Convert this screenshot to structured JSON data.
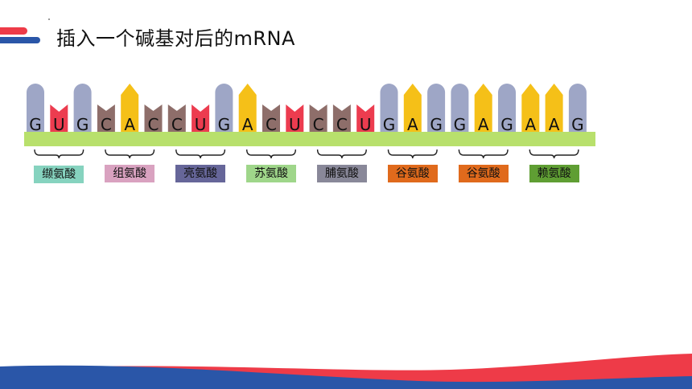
{
  "title": "插入一个碱基对后的mRNA",
  "bases": [
    "G",
    "U",
    "G",
    "C",
    "A",
    "C",
    "C",
    "U",
    "G",
    "A",
    "C",
    "U",
    "C",
    "C",
    "U",
    "G",
    "A",
    "G",
    "G",
    "A",
    "G",
    "A",
    "A",
    "G"
  ],
  "amino_acids": [
    {
      "name": "缬氨酸",
      "color": "#86d3bf"
    },
    {
      "name": "组氨酸",
      "color": "#d9a2c0"
    },
    {
      "name": "亮氨酸",
      "color": "#666699"
    },
    {
      "name": "苏氨酸",
      "color": "#9fd68a"
    },
    {
      "name": "脯氨酸",
      "color": "#898899"
    },
    {
      "name": "谷氨酸",
      "color": "#e06a1c"
    },
    {
      "name": "谷氨酸",
      "color": "#e06a1c"
    },
    {
      "name": "赖氨酸",
      "color": "#5f9e33"
    }
  ],
  "colors": {
    "G": "#9ea6c6",
    "U": "#ec3c4f",
    "C": "#8e6e6a",
    "A": "#f5c018",
    "backbone": "#b8e06c",
    "accent_red": "#ee3b48",
    "accent_blue": "#2a56a8"
  }
}
